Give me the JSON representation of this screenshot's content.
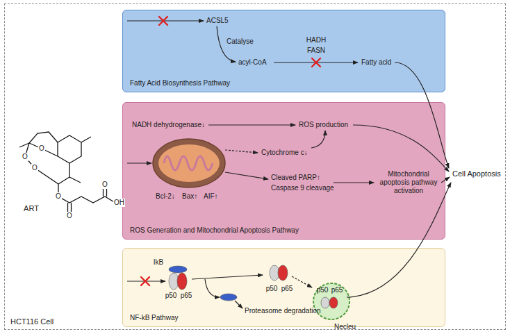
{
  "diagram": {
    "nodes": [
      {
        "text": [
          "HCT116 Cell"
        ]
      },
      {
        "text": [
          "Fatty Acid Biosynthesis Pathway"
        ],
        "in": 0
      },
      {
        "text": [
          "ROS Generation and Mitochondrial Apoptosis Pathway"
        ],
        "in": 0
      },
      {
        "text": [
          "NF-kB Pathway"
        ],
        "in": 0
      },
      {
        "text": [
          "Necleu"
        ],
        "in": 3
      }
    ],
    "labels": [
      "ART",
      "O",
      "O",
      "O",
      "O",
      "O",
      "O",
      "OH",
      "ACSL5",
      "Catalyse",
      "acyl-CoA",
      "HADH",
      "FASN",
      "Fatty acid",
      "NADH dehydrogenase↓",
      "ROS production",
      "Cytochrome c↓",
      "Bcl-2↓",
      "Bax↑",
      "AIF↑",
      "Cleaved PARP↑",
      "Caspase 9 cleavage",
      "Mitochondrial apoptosis pathway activation",
      "Cell Apoptosis",
      "IkB",
      "p50",
      "p65",
      "p50",
      "p65",
      "Proteasome degradation",
      "p50",
      "p65"
    ]
  }
}
